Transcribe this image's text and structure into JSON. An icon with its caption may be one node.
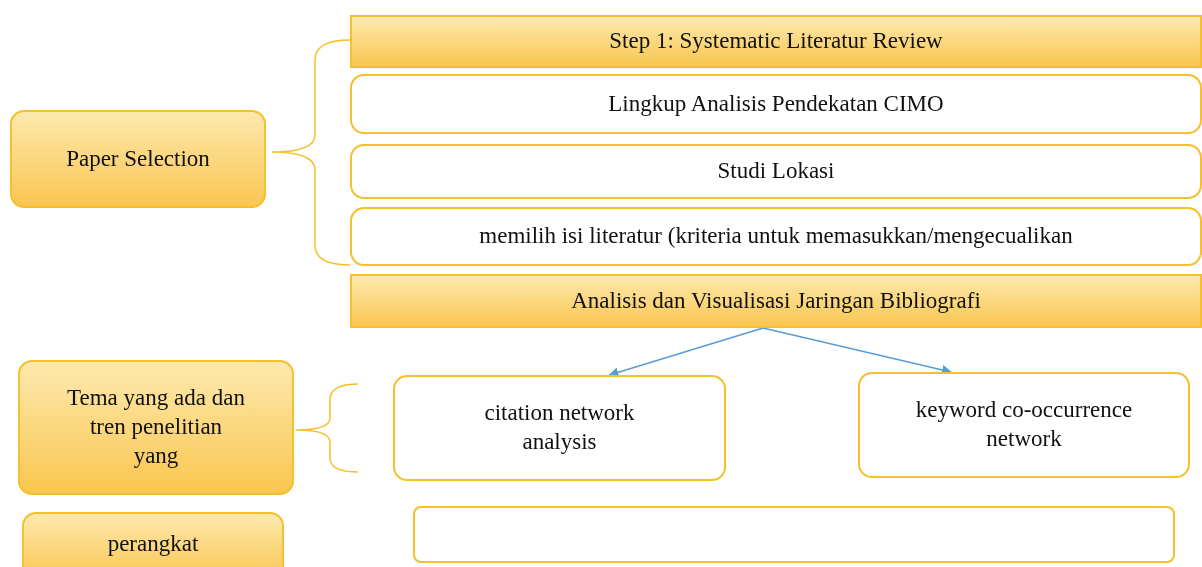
{
  "diagram": {
    "nodes": [
      {
        "text": [
          "Paper Selection"
        ]
      },
      {
        "text": [
          "Step 1: Systematic Literatur Review"
        ]
      },
      {
        "text": [
          "Lingkup Analisis Pendekatan CIMO"
        ]
      },
      {
        "text": [
          "Studi Lokasi"
        ]
      },
      {
        "text": [
          "memilih isi literatur (kriteria untuk memasukkan/mengecualikan"
        ]
      },
      {
        "text": [
          "Analisis dan Visualisasi Jaringan Bibliografi"
        ]
      },
      {
        "text": [
          "Tema yang ada dan tren penelitian yang"
        ]
      },
      {
        "text": [
          "citation network analysis"
        ]
      },
      {
        "text": [
          "keyword co-occurrence network"
        ]
      },
      {
        "text": [
          "perangkat"
        ]
      },
      {
        "text": [],
        "shape": "box"
      }
    ],
    "edges": [
      {
        "from": 5,
        "to": 7,
        "arrow": "to"
      },
      {
        "from": 5,
        "to": 8,
        "arrow": "to"
      }
    ]
  }
}
